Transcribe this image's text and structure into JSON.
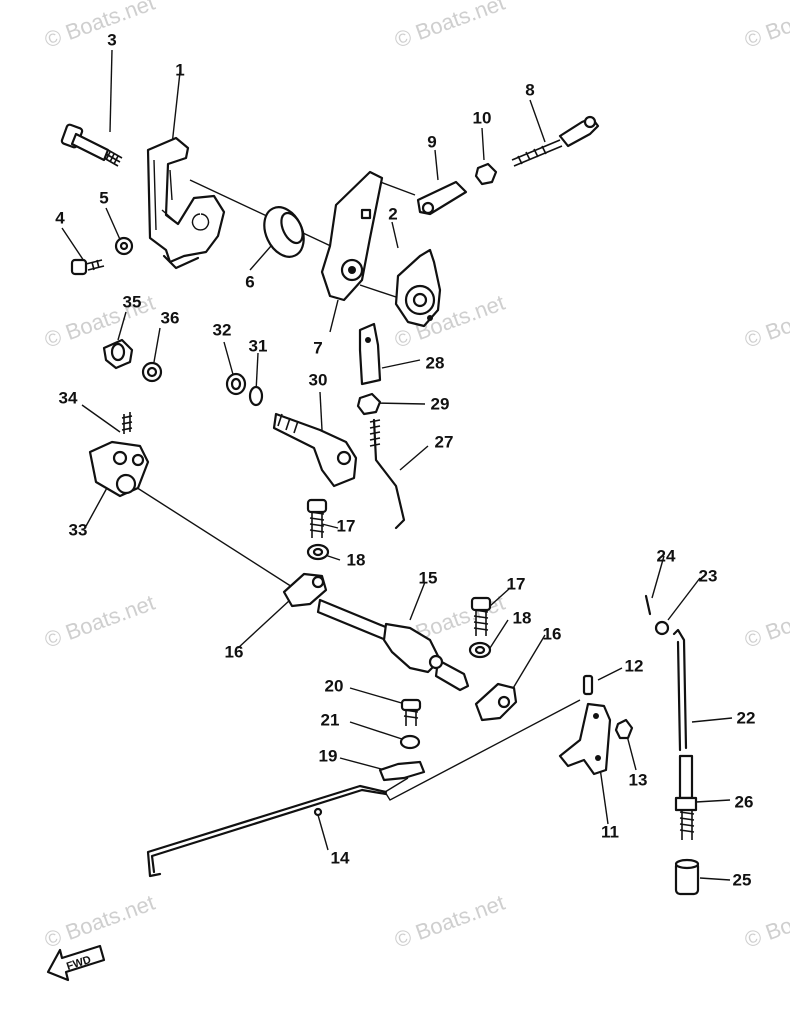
{
  "watermark": "© Boats.net",
  "fwd_label": "FWD",
  "callouts": [
    "1",
    "2",
    "3",
    "4",
    "5",
    "6",
    "7",
    "8",
    "9",
    "10",
    "11",
    "12",
    "13",
    "14",
    "15",
    "16",
    "16",
    "17",
    "17",
    "18",
    "18",
    "19",
    "20",
    "21",
    "22",
    "23",
    "24",
    "25",
    "26",
    "27",
    "28",
    "29",
    "30",
    "31",
    "32",
    "33",
    "34",
    "35",
    "36"
  ]
}
